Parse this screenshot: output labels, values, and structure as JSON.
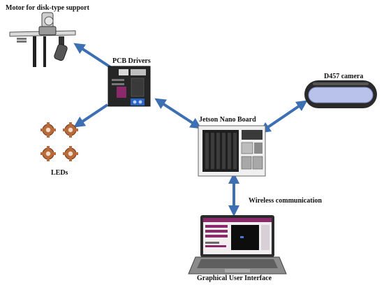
{
  "labels": {
    "motor": "Motor for disk-type support",
    "pcb": "PCB Drivers",
    "camera": "D457 camera",
    "jetson": "Jetson Nano Board",
    "leds": "LEDs",
    "wireless": "Wireless communication",
    "gui": "Graphical User Interface"
  },
  "colors": {
    "arrow": "#3d6fb3",
    "board": "#1f1f1f",
    "magenta": "#8a2a6a",
    "camera_lens": "#b8c2ea",
    "led_copper": "#b86a3a"
  },
  "icons": {
    "motor": "motor-assembly-icon",
    "pcb": "pcb-driver-icon",
    "camera": "depth-camera-icon",
    "jetson": "jetson-board-icon",
    "leds": "led-cluster-icon",
    "laptop": "laptop-gui-icon"
  }
}
